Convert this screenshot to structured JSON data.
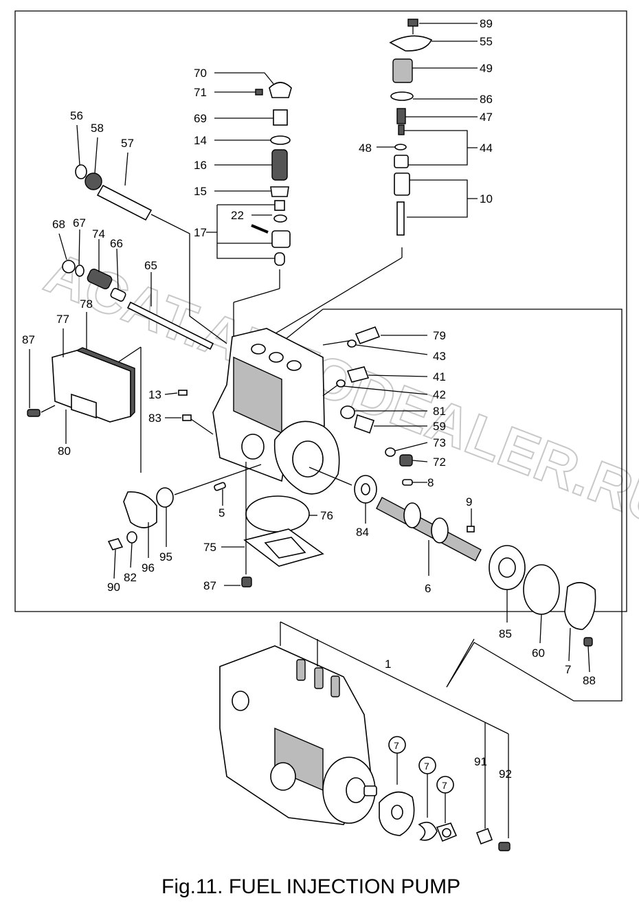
{
  "caption": "Fig.11.  FUEL INJECTION PUMP",
  "watermark": "ACAT.AUTODEALER.RU",
  "labels": {
    "l89": "89",
    "l55": "55",
    "l49": "49",
    "l86": "86",
    "l47": "47",
    "l44": "44",
    "l48": "48",
    "l10": "10",
    "l70": "70",
    "l71": "71",
    "l69": "69",
    "l14": "14",
    "l16": "16",
    "l15": "15",
    "l22": "22",
    "l17": "17",
    "l56": "56",
    "l58": "58",
    "l57": "57",
    "l68": "68",
    "l67": "67",
    "l74": "74",
    "l66": "66",
    "l65": "65",
    "l78": "78",
    "l77": "77",
    "l87a": "87",
    "l80": "80",
    "l13": "13",
    "l83": "83",
    "l79": "79",
    "l43": "43",
    "l41": "41",
    "l42": "42",
    "l81": "81",
    "l59": "59",
    "l73": "73",
    "l72": "72",
    "l8": "8",
    "l9": "9",
    "l5": "5",
    "l76": "76",
    "l75": "75",
    "l87b": "87",
    "l84": "84",
    "l6": "6",
    "l90": "90",
    "l82": "82",
    "l96": "96",
    "l95": "95",
    "l85": "85",
    "l60": "60",
    "l7a": "7",
    "l88": "88",
    "l1": "1",
    "l91": "91",
    "l92": "92",
    "l7b": "7",
    "l7c": "7",
    "l7d": "7"
  }
}
